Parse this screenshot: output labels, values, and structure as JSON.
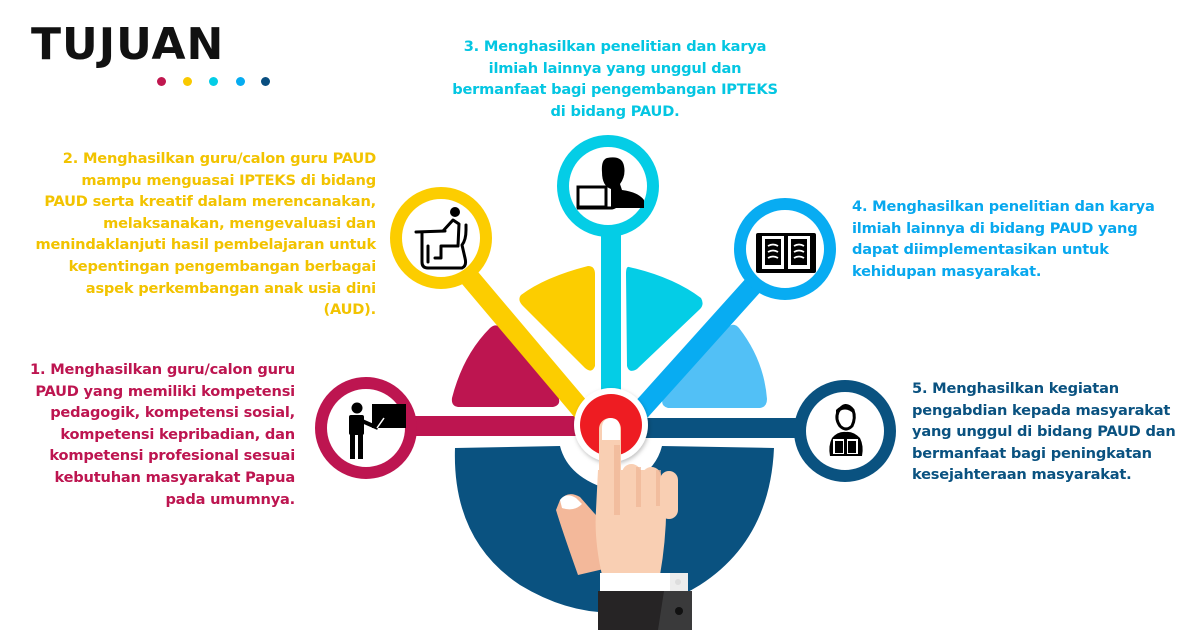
{
  "header": {
    "title": "TUJUAN",
    "dots": [
      "#c0174f",
      "#f9c900",
      "#03cde6",
      "#06acf1",
      "#094e80"
    ]
  },
  "colors": {
    "goal1": "#bd1550",
    "goal2": "#fccd00",
    "goal3": "#04cde6",
    "goal4": "#08acf2",
    "goal4_sector": "#52c0f6",
    "goal5": "#0a5280",
    "hub": "#ee1d24",
    "skin": "#f9cfb3",
    "sleeve": "#262425"
  },
  "goals": [
    {
      "number": "1",
      "text": "1. Menghasilkan guru/calon guru PAUD yang memiliki kompetensi pedagogik, kompetensi sosial, kompetensi kepribadian, dan kompetensi profesional sesuai kebutuhan masyarakat Papua pada umumnya.",
      "lines": [
        "1. Menghasilkan guru/calon guru",
        "PAUD yang memiliki kompetensi",
        "pedagogik, kompetensi sosial,",
        "kompetensi kepribadian, dan",
        "kompetensi profesional sesuai",
        "kebutuhan masyarakat Papua",
        "pada umumnya."
      ],
      "icon": "teacher-blackboard-icon",
      "color": "#bd1550"
    },
    {
      "number": "2",
      "text": "2. Menghasilkan guru/calon guru PAUD mampu menguasai IPTEKS di bidang PAUD serta kreatif dalam merencanakan, melaksanakan, mengevaluasi dan menindaklanjuti hasil pembelajaran untuk kepentingan pengembangan berbagai aspek perkembangan anak usia dini (AUD).",
      "lines": [
        "2. Menghasilkan guru/calon guru PAUD",
        "mampu menguasai IPTEKS di bidang",
        "PAUD serta kreatif dalam merencanakan,",
        "melaksanakan, mengevaluasi dan",
        "menindaklanjuti hasil pembelajaran untuk",
        "kepentingan pengembangan berbagai",
        "aspek perkembangan anak usia dini",
        "(AUD)."
      ],
      "icon": "student-desk-icon",
      "color": "#f2c300"
    },
    {
      "number": "3",
      "text": "3. Menghasilkan penelitian dan karya ilmiah lainnya yang unggul dan bermanfaat bagi pengembangan IPTEKS di bidang PAUD.",
      "lines": [
        "3. Menghasilkan penelitian dan karya",
        "ilmiah lainnya yang unggul dan",
        "bermanfaat bagi pengembangan IPTEKS",
        "di bidang PAUD."
      ],
      "icon": "person-laptop-icon",
      "color": "#04c6e2"
    },
    {
      "number": "4",
      "text": "4. Menghasilkan penelitian dan karya ilmiah lainnya di bidang PAUD yang dapat diimplementasikan untuk kehidupan masyarakat.",
      "lines": [
        "4. Menghasilkan penelitian dan karya",
        "ilmiah lainnya di bidang PAUD yang",
        "dapat diimplementasikan untuk",
        "kehidupan masyarakat."
      ],
      "icon": "open-book-icon",
      "color": "#08a8ee"
    },
    {
      "number": "5",
      "text": "5. Menghasilkan kegiatan pengabdian kepada masyarakat yang unggul di bidang PAUD dan bermanfaat bagi peningkatan kesejahteraan masyarakat.",
      "lines": [
        "5. Menghasilkan kegiatan",
        "pengabdian kepada masyarakat",
        "yang unggul di bidang PAUD dan",
        "bermanfaat bagi peningkatan",
        "kesejahteraan masyarakat."
      ],
      "icon": "person-reading-icon",
      "color": "#0a5280"
    }
  ]
}
